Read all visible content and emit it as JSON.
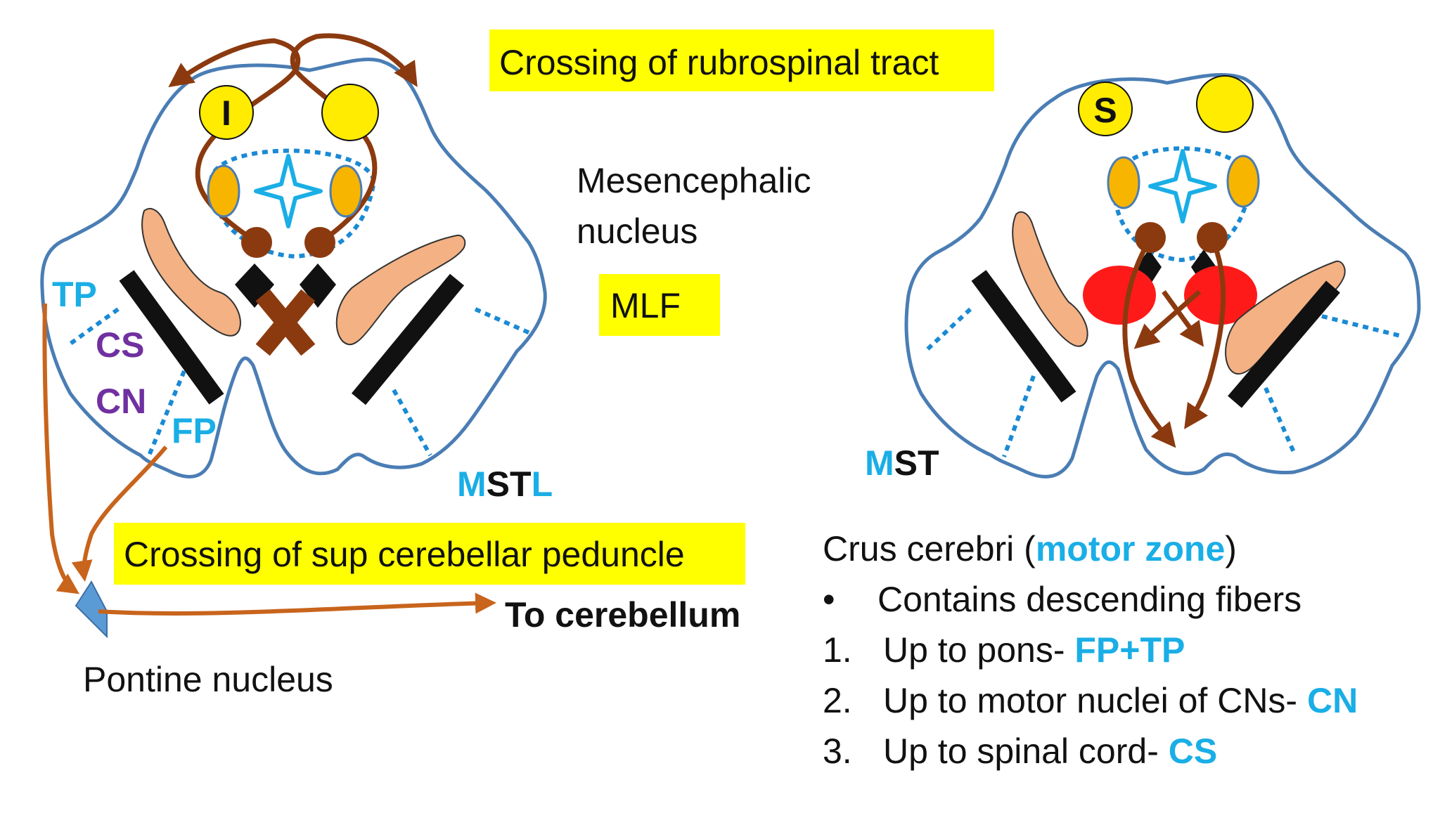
{
  "colors": {
    "outline": "#4a7db4",
    "dotted": "#1a8ad4",
    "yellow_box": "#ffff00",
    "nucleus_yellow": "#ffec00",
    "orange_oval": "#f7b500",
    "brown_fiber": "#8b3a0f",
    "orange_fiber": "#c8641c",
    "salmon": "#f4b183",
    "red_nucleus": "#ff1a1a",
    "accent_blue": "#1aaee6",
    "accent_purple": "#7030a0"
  },
  "labels": {
    "rubrospinal": "Crossing of rubrospinal tract",
    "mesencephalic_line1": "Mesencephalic",
    "mesencephalic_line2": "nucleus",
    "mlf": "MLF",
    "sup_cerebellar": "Crossing of sup cerebellar peduncle",
    "to_cerebellum": "To cerebellum",
    "pontine_nucleus": "Pontine nucleus",
    "nucleus_I": "I",
    "nucleus_S": "S",
    "tp": "TP",
    "cs": "CS",
    "cn": "CN",
    "fp": "FP",
    "mstl": {
      "m": "M",
      "st": "ST",
      "l": "L"
    },
    "mst": {
      "m": "M",
      "st": "ST"
    }
  },
  "notes": {
    "heading_prefix": "Crus cerebri (",
    "heading_highlight": "motor zone",
    "heading_suffix": ")",
    "bullet_mark": "•",
    "bullet_text": "Contains descending fibers",
    "items": [
      {
        "num": "1.",
        "text": "Up to pons- ",
        "highlight": "FP+TP"
      },
      {
        "num": "2.",
        "text": "Up to motor nuclei of CNs- ",
        "highlight": "CN"
      },
      {
        "num": "3.",
        "text": "Up to spinal cord- ",
        "highlight": "CS"
      }
    ]
  }
}
